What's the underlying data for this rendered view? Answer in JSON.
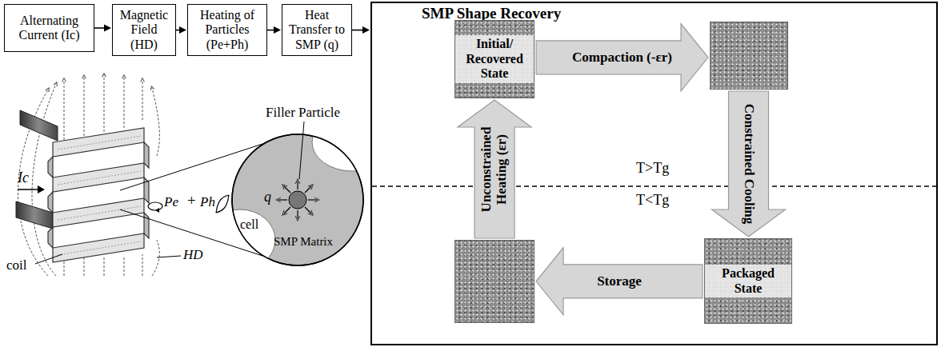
{
  "diagram": {
    "nodes": [
      {
        "text": [
          "Alternating Current (Ic)"
        ]
      },
      {
        "text": [
          "Magnetic Field (HD)"
        ]
      },
      {
        "text": [
          "Heating of Particles (Pe+Ph)"
        ]
      },
      {
        "text": [
          "Heat Transfer to SMP (q)"
        ]
      },
      {
        "text": [
          "SMP Shape Recovery"
        ]
      },
      {
        "text": [
          "Initial/ Recovered State"
        ],
        "in": 4
      },
      {
        "text": [],
        "in": 4
      },
      {
        "text": [
          "Packaged State"
        ],
        "in": 4
      },
      {
        "text": [],
        "in": 4
      }
    ],
    "edges": [
      {
        "from": 0,
        "to": 1,
        "arrow": "to"
      },
      {
        "from": 1,
        "to": 2,
        "arrow": "to"
      },
      {
        "from": 2,
        "to": 3,
        "arrow": "to"
      },
      {
        "from": 3,
        "to": 4,
        "arrow": "to"
      },
      {
        "from": 5,
        "to": 6,
        "label": "Compaction (-εr)",
        "arrow": "to"
      },
      {
        "from": 6,
        "to": 7,
        "label": "Constrained Cooling",
        "arrow": "to"
      },
      {
        "from": 7,
        "to": 8,
        "label": "Storage",
        "arrow": "to"
      },
      {
        "from": 8,
        "to": 5,
        "label": "Unconstrained Heating (εr)",
        "arrow": "to"
      }
    ],
    "labels": [
      "T>Tg",
      "T<Tg",
      "Ic",
      "coil",
      "HD",
      "Pe",
      "+",
      "Ph",
      "Filler Particle",
      "q",
      "cell",
      "SMP Matrix"
    ]
  }
}
